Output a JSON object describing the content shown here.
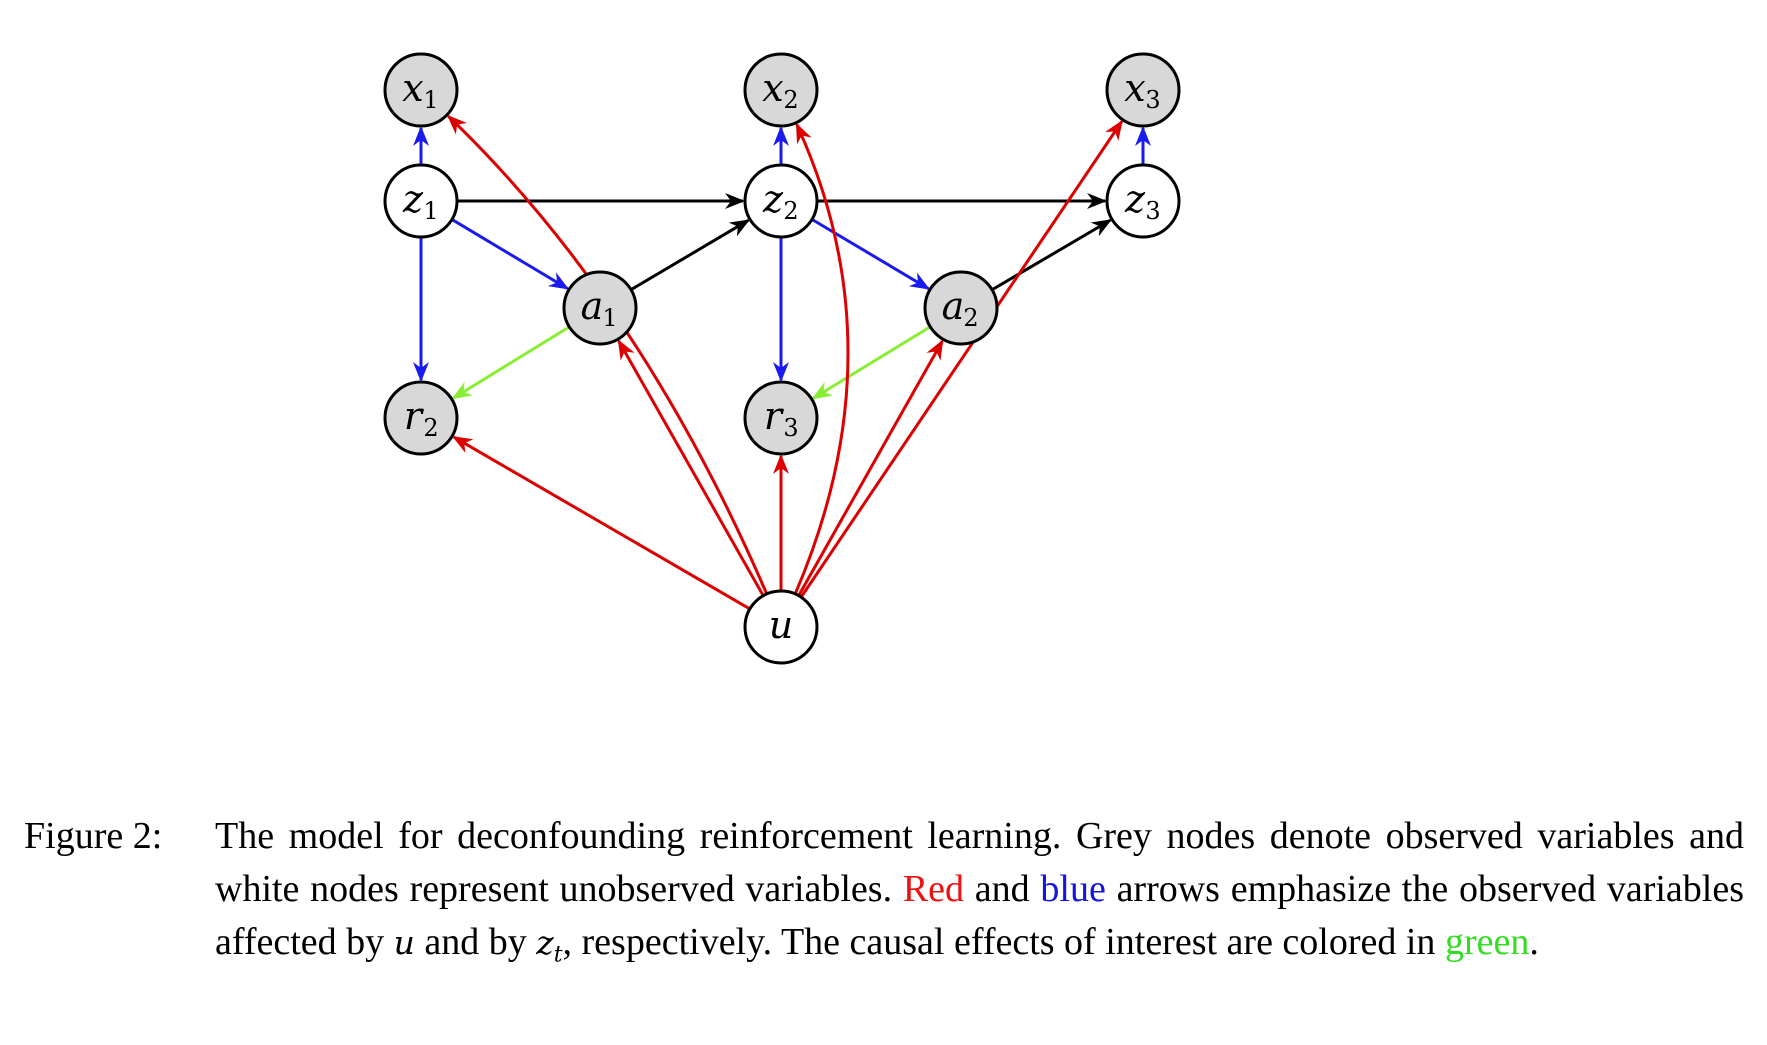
{
  "colors": {
    "observed_fill": "#d8d8d8",
    "unobserved_fill": "#ffffff",
    "black_edge": "#000000",
    "blue_edge": "#1a1aee",
    "red_edge": "#dd0000",
    "green_edge": "#88ee33"
  },
  "nodes": [
    {
      "id": "x1",
      "base": "x",
      "sub": "1",
      "observed": true
    },
    {
      "id": "x2",
      "base": "x",
      "sub": "2",
      "observed": true
    },
    {
      "id": "x3",
      "base": "x",
      "sub": "3",
      "observed": true
    },
    {
      "id": "z1",
      "base": "z",
      "sub": "1",
      "observed": false
    },
    {
      "id": "z2",
      "base": "z",
      "sub": "2",
      "observed": false
    },
    {
      "id": "z3",
      "base": "z",
      "sub": "3",
      "observed": false
    },
    {
      "id": "a1",
      "base": "a",
      "sub": "1",
      "observed": true
    },
    {
      "id": "a2",
      "base": "a",
      "sub": "2",
      "observed": true
    },
    {
      "id": "r2",
      "base": "r",
      "sub": "2",
      "observed": true
    },
    {
      "id": "r3",
      "base": "r",
      "sub": "3",
      "observed": true
    },
    {
      "id": "u",
      "base": "u",
      "sub": "",
      "observed": false
    }
  ],
  "edges": [
    {
      "from": "z1",
      "to": "x1",
      "color": "blue"
    },
    {
      "from": "z2",
      "to": "x2",
      "color": "blue"
    },
    {
      "from": "z3",
      "to": "x3",
      "color": "blue"
    },
    {
      "from": "z1",
      "to": "a1",
      "color": "blue"
    },
    {
      "from": "z2",
      "to": "a2",
      "color": "blue"
    },
    {
      "from": "z1",
      "to": "r2",
      "color": "blue"
    },
    {
      "from": "z2",
      "to": "r3",
      "color": "blue"
    },
    {
      "from": "z1",
      "to": "z2",
      "color": "black"
    },
    {
      "from": "z2",
      "to": "z3",
      "color": "black"
    },
    {
      "from": "a1",
      "to": "z2",
      "color": "black"
    },
    {
      "from": "a2",
      "to": "z3",
      "color": "black"
    },
    {
      "from": "a1",
      "to": "r2",
      "color": "green"
    },
    {
      "from": "a2",
      "to": "r3",
      "color": "green"
    },
    {
      "from": "u",
      "to": "r2",
      "color": "red"
    },
    {
      "from": "u",
      "to": "a1",
      "color": "red"
    },
    {
      "from": "u",
      "to": "x1",
      "color": "red"
    },
    {
      "from": "u",
      "to": "r3",
      "color": "red"
    },
    {
      "from": "u",
      "to": "x2",
      "color": "red"
    },
    {
      "from": "u",
      "to": "a2",
      "color": "red"
    },
    {
      "from": "u",
      "to": "x3",
      "color": "red"
    }
  ],
  "caption": {
    "label": "Figure 2:",
    "part1": "The model for deconfounding reinforcement learning. Grey nodes denote observed variables and white nodes represent unobserved variables.",
    "red_word": "Red",
    "and1": "and",
    "blue_word": "blue",
    "part2": "arrows emphasize the observed variables affected by",
    "math_u": "u",
    "and2": "and by",
    "math_z": "z",
    "math_z_sub": "t",
    "part3": ", respectively. The causal effects of interest are colored in",
    "green_word": "green",
    "end": "."
  }
}
